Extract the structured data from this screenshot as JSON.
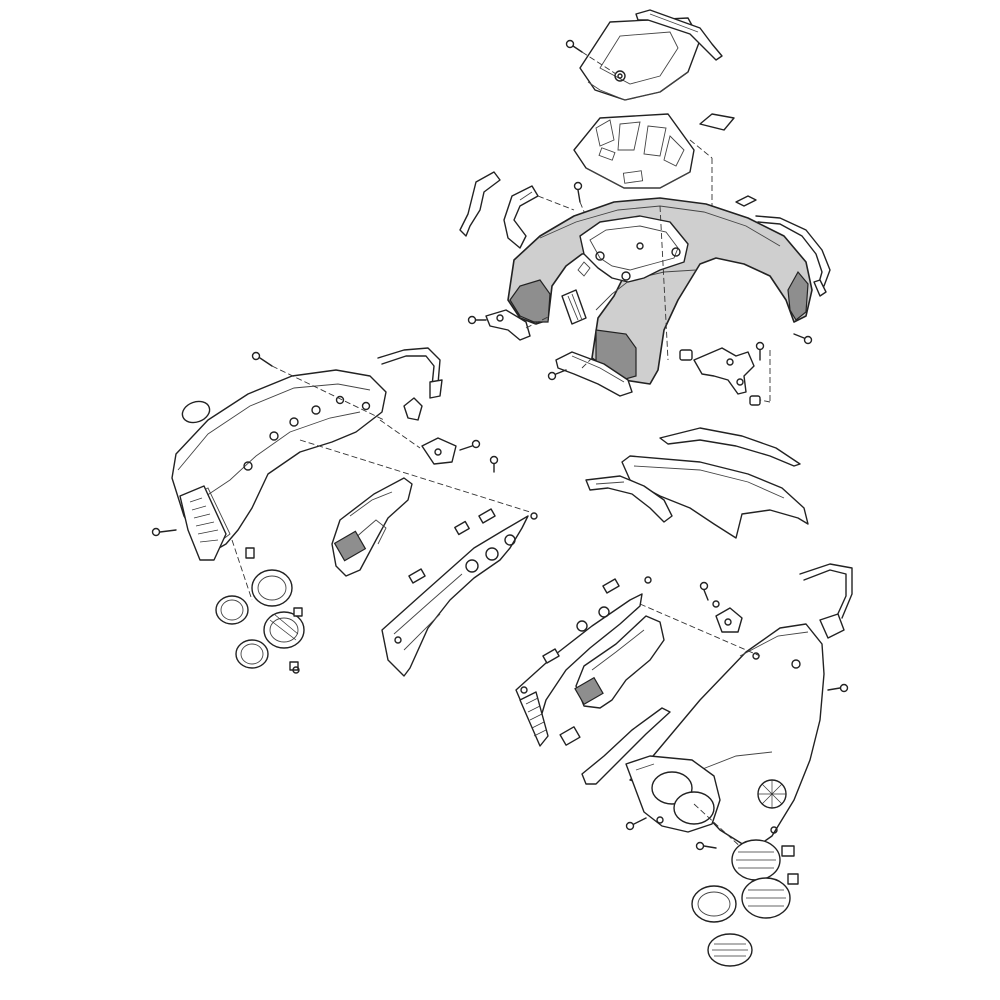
{
  "diagram": {
    "style": "exploded-parts-line-drawing",
    "background_color": "#ffffff",
    "line_color": "#222222",
    "highlight_fill": "#cfcfcf",
    "highlight_dark_fill": "#8e8e8e",
    "highlighted_part": "rear-cowl",
    "assemblies": [
      {
        "id": "upper-right",
        "highlighted": true
      },
      {
        "id": "left-cowl",
        "highlighted": false
      },
      {
        "id": "center-right",
        "highlighted": false
      },
      {
        "id": "lower-right",
        "highlighted": false
      }
    ]
  }
}
